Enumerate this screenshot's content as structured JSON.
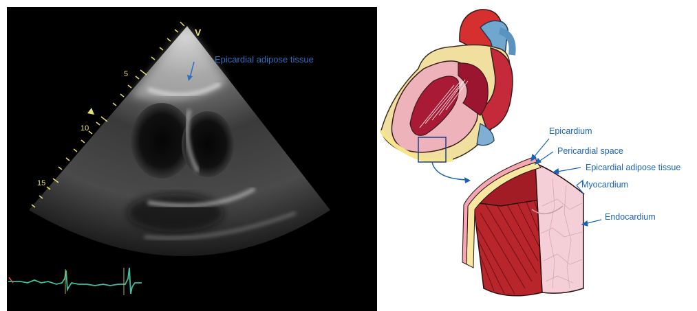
{
  "echo": {
    "marker": "V",
    "annotation": "Epicardial adipose tissue",
    "depth_labels": [
      "5",
      "10",
      "15"
    ]
  },
  "diagram": {
    "labels": {
      "epicardium": "Epicardium",
      "pericardial_space": "Pericardial space",
      "epicardial_adipose_tissue": "Epicardial adipose tissue",
      "myocardium": "Myocardium",
      "endocardium": "Endocardium"
    }
  }
}
